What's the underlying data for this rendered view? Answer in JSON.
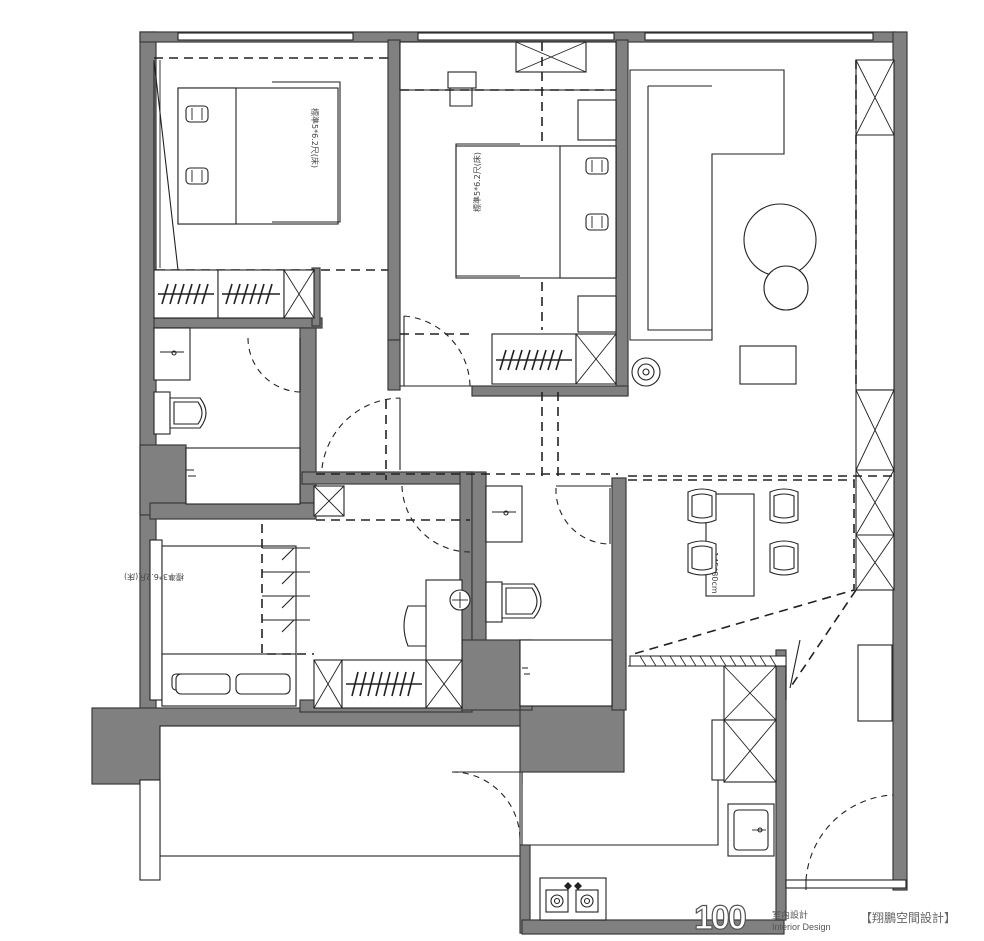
{
  "plan": {
    "labels": {
      "bed_master": "標準5*6.2尺(床)",
      "bed_second": "標準5*6.2尺(床)",
      "bed_third": "標準3*6.2尺(床)",
      "dining_table": "145*80cm"
    }
  },
  "watermark": {
    "logo_number": "100",
    "logo_cn": "室內設計",
    "logo_en": "Interior Design",
    "brand": "【翔鵬空間設計】"
  },
  "colors": {
    "wall": "#808080",
    "line": "#222222",
    "background": "#ffffff"
  },
  "icons": [
    "toilet-icon",
    "sink-icon",
    "stove-icon",
    "chair-icon",
    "wardrobe-icon",
    "plant-icon",
    "lamp-icon"
  ]
}
